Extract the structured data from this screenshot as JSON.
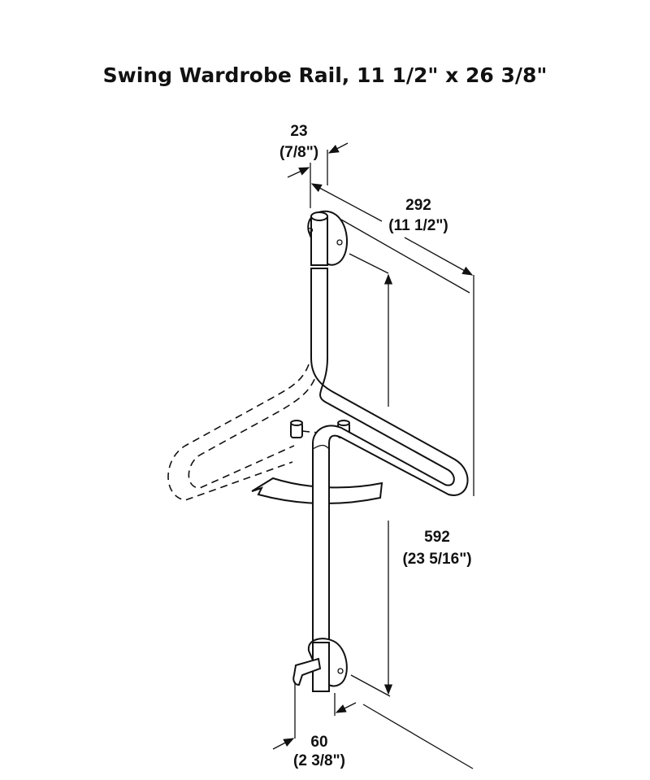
{
  "title": "Swing Wardrobe Rail, 11 1/2\" x 26 3/8\"",
  "dimensions": {
    "diameter": {
      "mm": "23",
      "inch": "(7/8\")"
    },
    "depth": {
      "mm": "292",
      "inch": "(11 1/2\")"
    },
    "height": {
      "mm": "592",
      "inch": "(23 5/16\")"
    },
    "offset": {
      "mm": "60",
      "inch": "(2 3/8\")"
    }
  }
}
